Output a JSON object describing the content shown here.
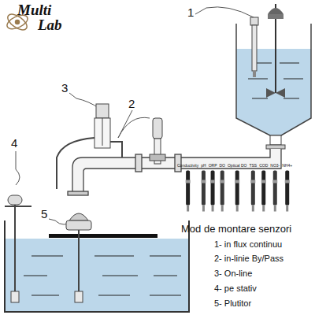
{
  "diagram": {
    "labels": [
      "Multi",
      "Lab",
      "1",
      "2",
      "3",
      "4",
      "5",
      "Conductivity",
      "pH",
      "ORP",
      "DO",
      "Optical DO",
      "TSS",
      "COD",
      "NO3-",
      "NH4+",
      "Mod de montare senzori",
      "1- in flux continuu",
      "2- in-linie By/Pass",
      "3- On-line",
      "4- pe stativ",
      "5- Plutitor"
    ]
  }
}
